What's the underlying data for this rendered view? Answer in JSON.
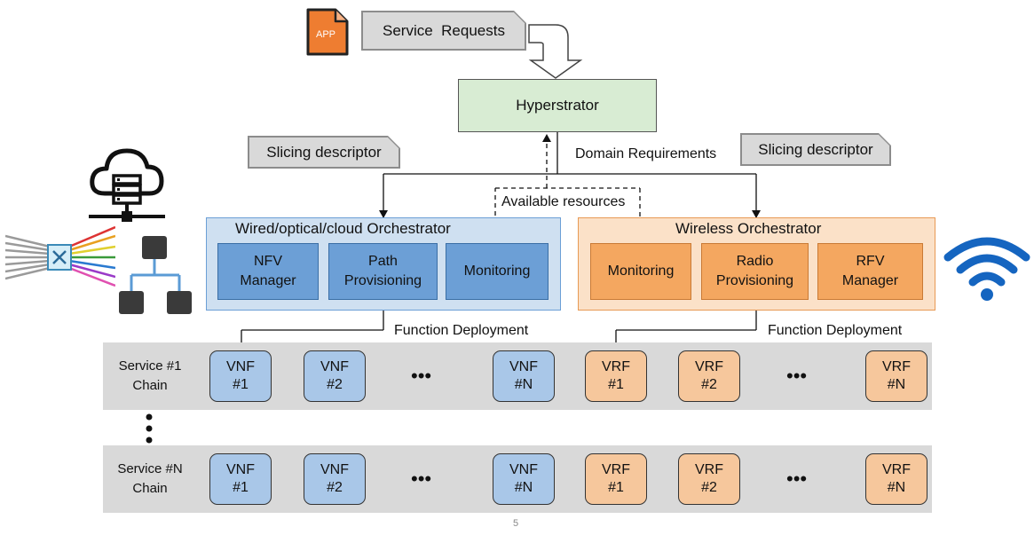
{
  "app_icon_label": "APP",
  "service_requests": "Service  Requests",
  "hyperstrator": "Hyperstrator",
  "slicing_descriptor_left": "Slicing descriptor",
  "slicing_descriptor_right": "Slicing descriptor",
  "domain_requirements": "Domain Requirements",
  "available_resources": "Available resources",
  "wired_orchestrator": {
    "title": "Wired/optical/cloud Orchestrator",
    "modules": [
      "NFV\nManager",
      "Path\nProvisioning",
      "Monitoring"
    ]
  },
  "wireless_orchestrator": {
    "title": "Wireless Orchestrator",
    "modules": [
      "Monitoring",
      "Radio\nProvisioning",
      "RFV\nManager"
    ]
  },
  "function_deployment_left": "Function Deployment",
  "function_deployment_right": "Function Deployment",
  "chains": [
    {
      "label": "Service #1\nChain",
      "vnf": [
        "VNF\n#1",
        "VNF\n#2",
        "VNF\n#N"
      ],
      "vrf": [
        "VRF\n#1",
        "VRF\n#2",
        "VRF\n#N"
      ]
    },
    {
      "label": "Service #N\nChain",
      "vnf": [
        "VNF\n#1",
        "VNF\n#2",
        "VNF\n#N"
      ],
      "vrf": [
        "VRF\n#1",
        "VRF\n#2",
        "VRF\n#N"
      ]
    }
  ],
  "ellipsis": "•••",
  "page_number": "5",
  "icons": [
    "app-file-icon",
    "cloud-server-icon",
    "optical-switch-icon",
    "network-tree-icon",
    "wifi-icon"
  ],
  "colors": {
    "hyperstrator": "#d8ecd3",
    "wired_bg": "#cfe0f1",
    "wired_module": "#6c9fd6",
    "wireless_bg": "#fbe1c8",
    "wireless_module": "#f4a760",
    "vnf": "#a9c7e8",
    "vrf": "#f6c79c",
    "band": "#d9d9d9",
    "app": "#ee7d31"
  }
}
